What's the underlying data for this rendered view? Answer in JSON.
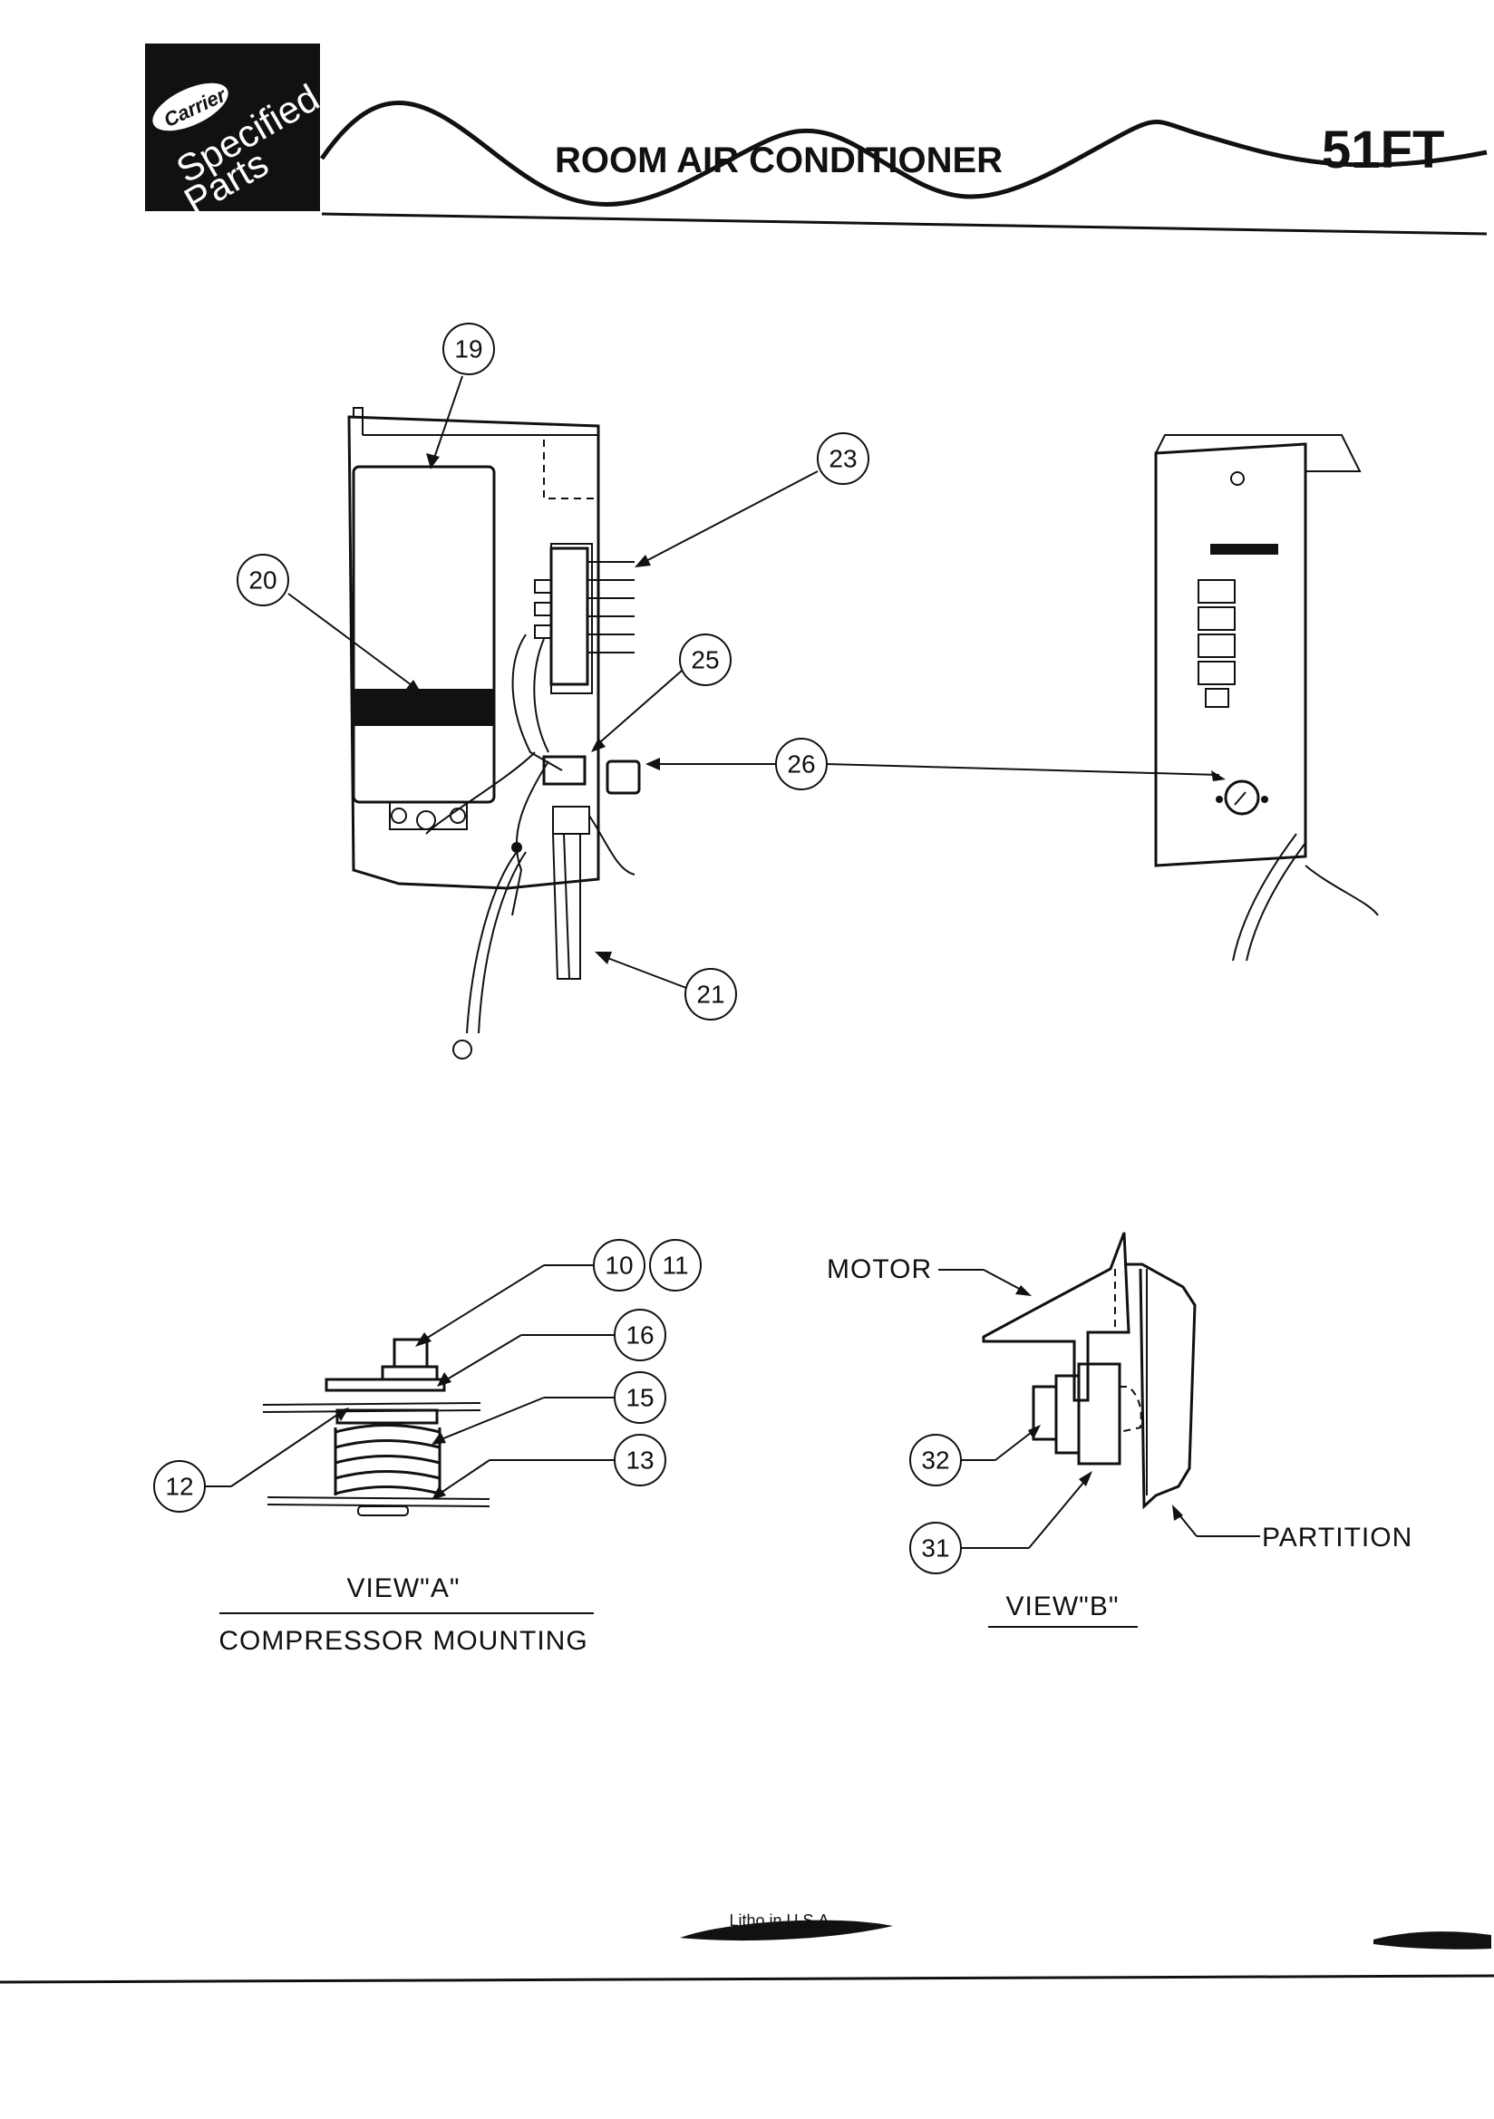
{
  "header": {
    "logo_line1": "Carrier",
    "logo_line2": "Specified",
    "logo_line3": "Parts",
    "title": "ROOM AIR CONDITIONER",
    "model": "51FT"
  },
  "callouts": {
    "c19": "19",
    "c20": "20",
    "c21": "21",
    "c23": "23",
    "c25": "25",
    "c26": "26",
    "c10": "10",
    "c11": "11",
    "c16": "16",
    "c15": "15",
    "c13": "13",
    "c12": "12",
    "c32": "32",
    "c31": "31"
  },
  "view_a": {
    "title": "VIEW\"A\"",
    "subtitle": "COMPRESSOR MOUNTING"
  },
  "view_b": {
    "title": "VIEW\"B\"",
    "motor_label": "MOTOR",
    "partition_label": "PARTITION"
  },
  "footer": {
    "litho": "Litho in U.S.A."
  }
}
